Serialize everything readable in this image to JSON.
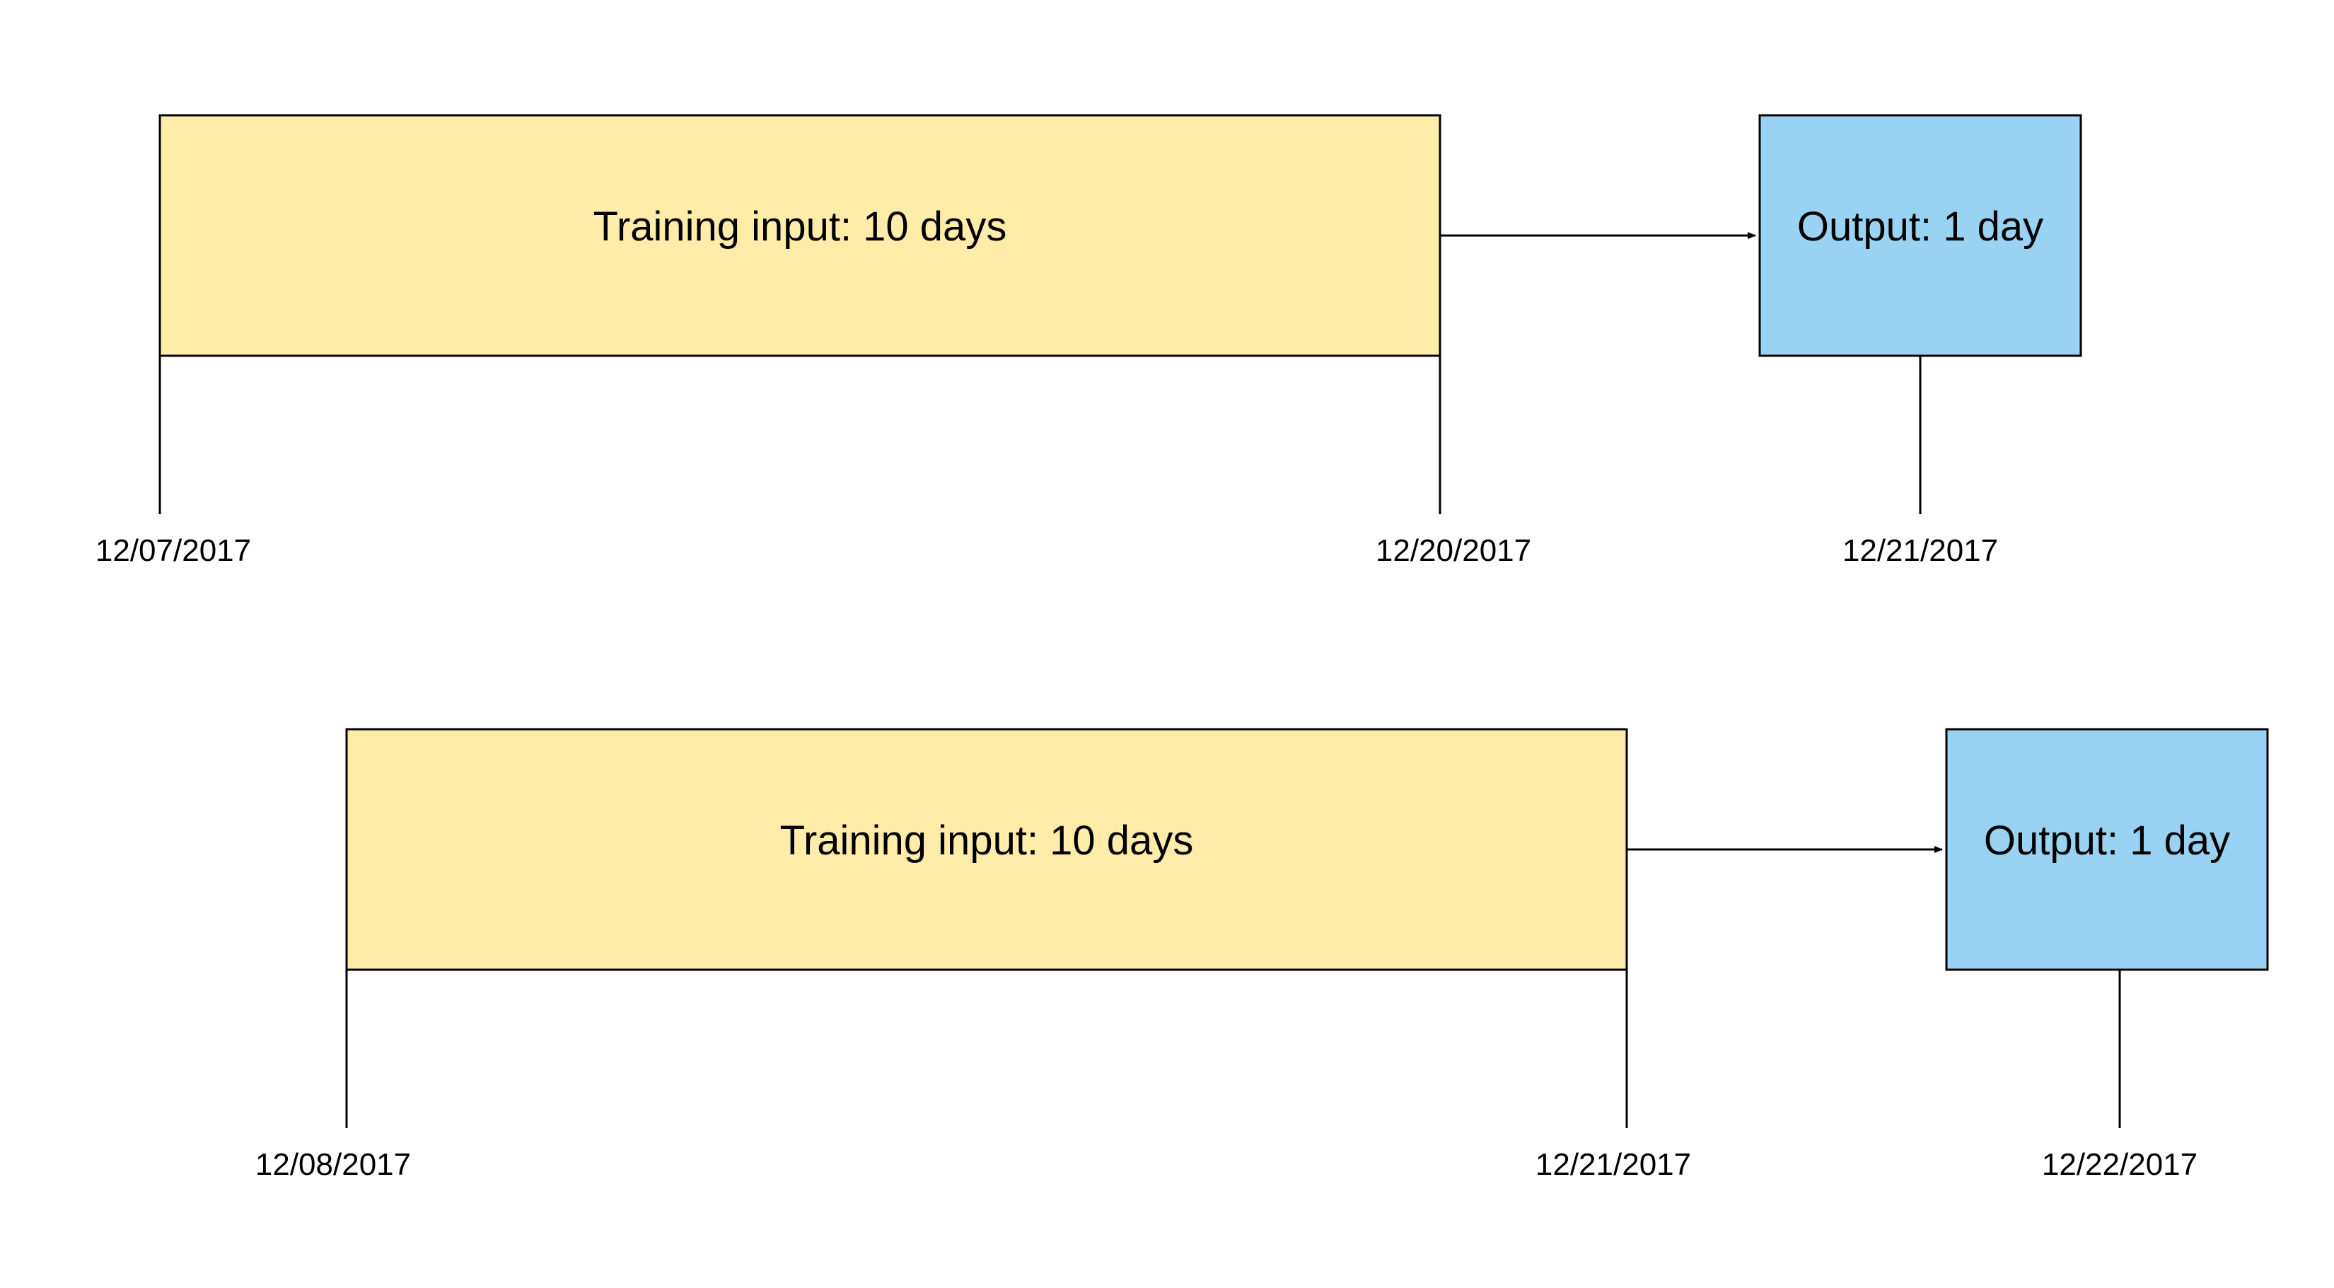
{
  "colors": {
    "input_fill": "#FFECA8",
    "output_fill": "#99D2F2",
    "stroke": "#000000"
  },
  "rows": [
    {
      "input_label": "Training input: 10 days",
      "output_label": "Output: 1 day",
      "input_start_date": "12/07/2017",
      "input_end_date": "12/20/2017",
      "output_date": "12/21/2017"
    },
    {
      "input_label": "Training input: 10 days",
      "output_label": "Output: 1 day",
      "input_start_date": "12/08/2017",
      "input_end_date": "12/21/2017",
      "output_date": "12/22/2017"
    }
  ]
}
